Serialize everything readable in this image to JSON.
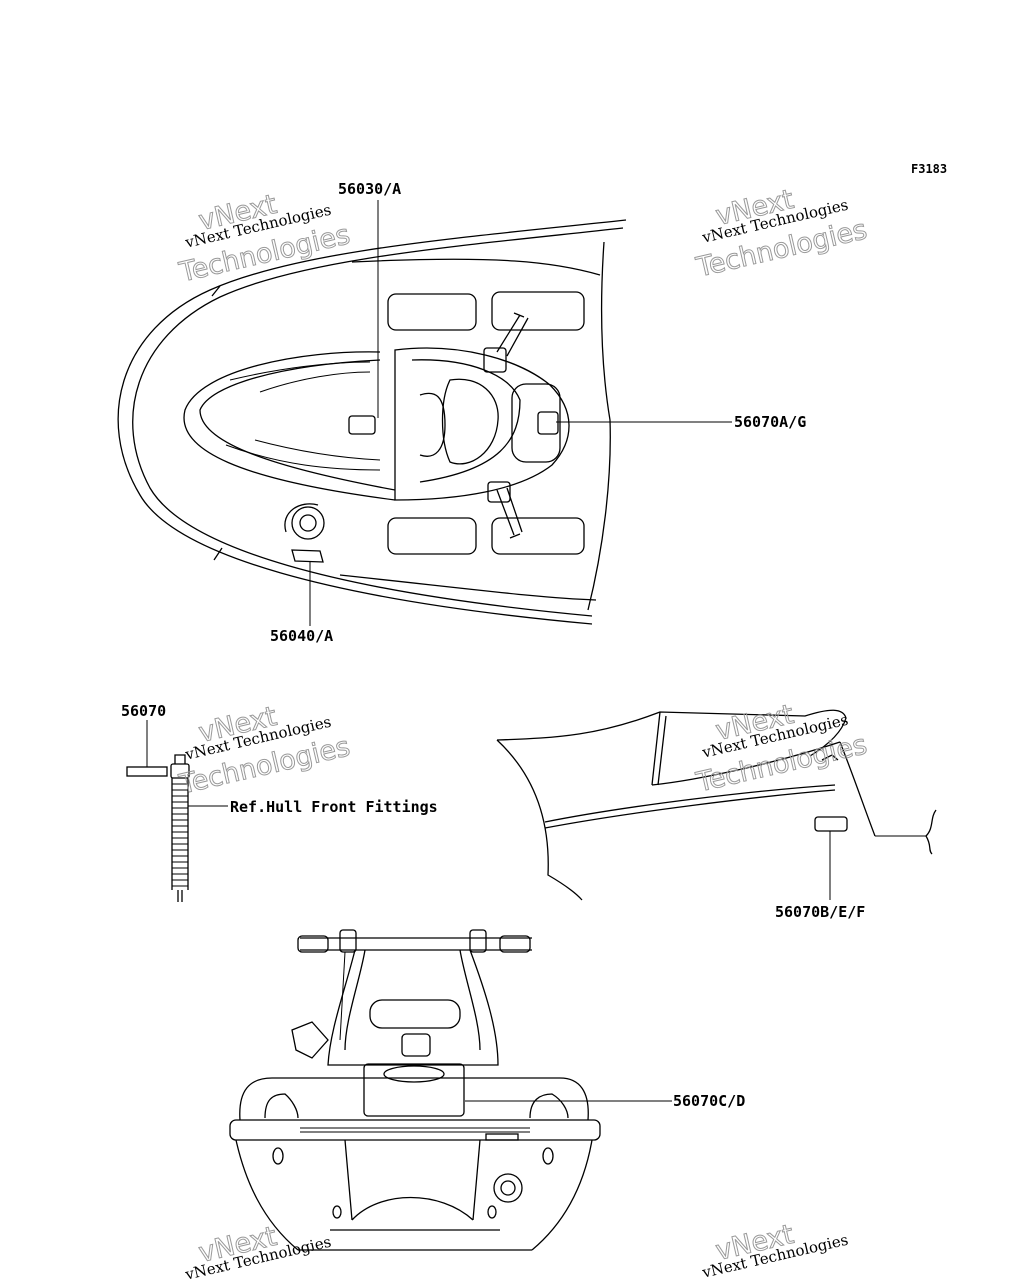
{
  "figure_code": "F3183",
  "callouts": {
    "c1": "56030/A",
    "c2": "56070A/G",
    "c3": "56040/A",
    "c4": "56070",
    "c5": "Ref.Hull Front Fittings",
    "c6": "56070B/E/F",
    "c7": "56070C/D"
  },
  "watermark": {
    "line1": "vNext Technologies",
    "line2": "vNext",
    "line3": "Technologies"
  }
}
